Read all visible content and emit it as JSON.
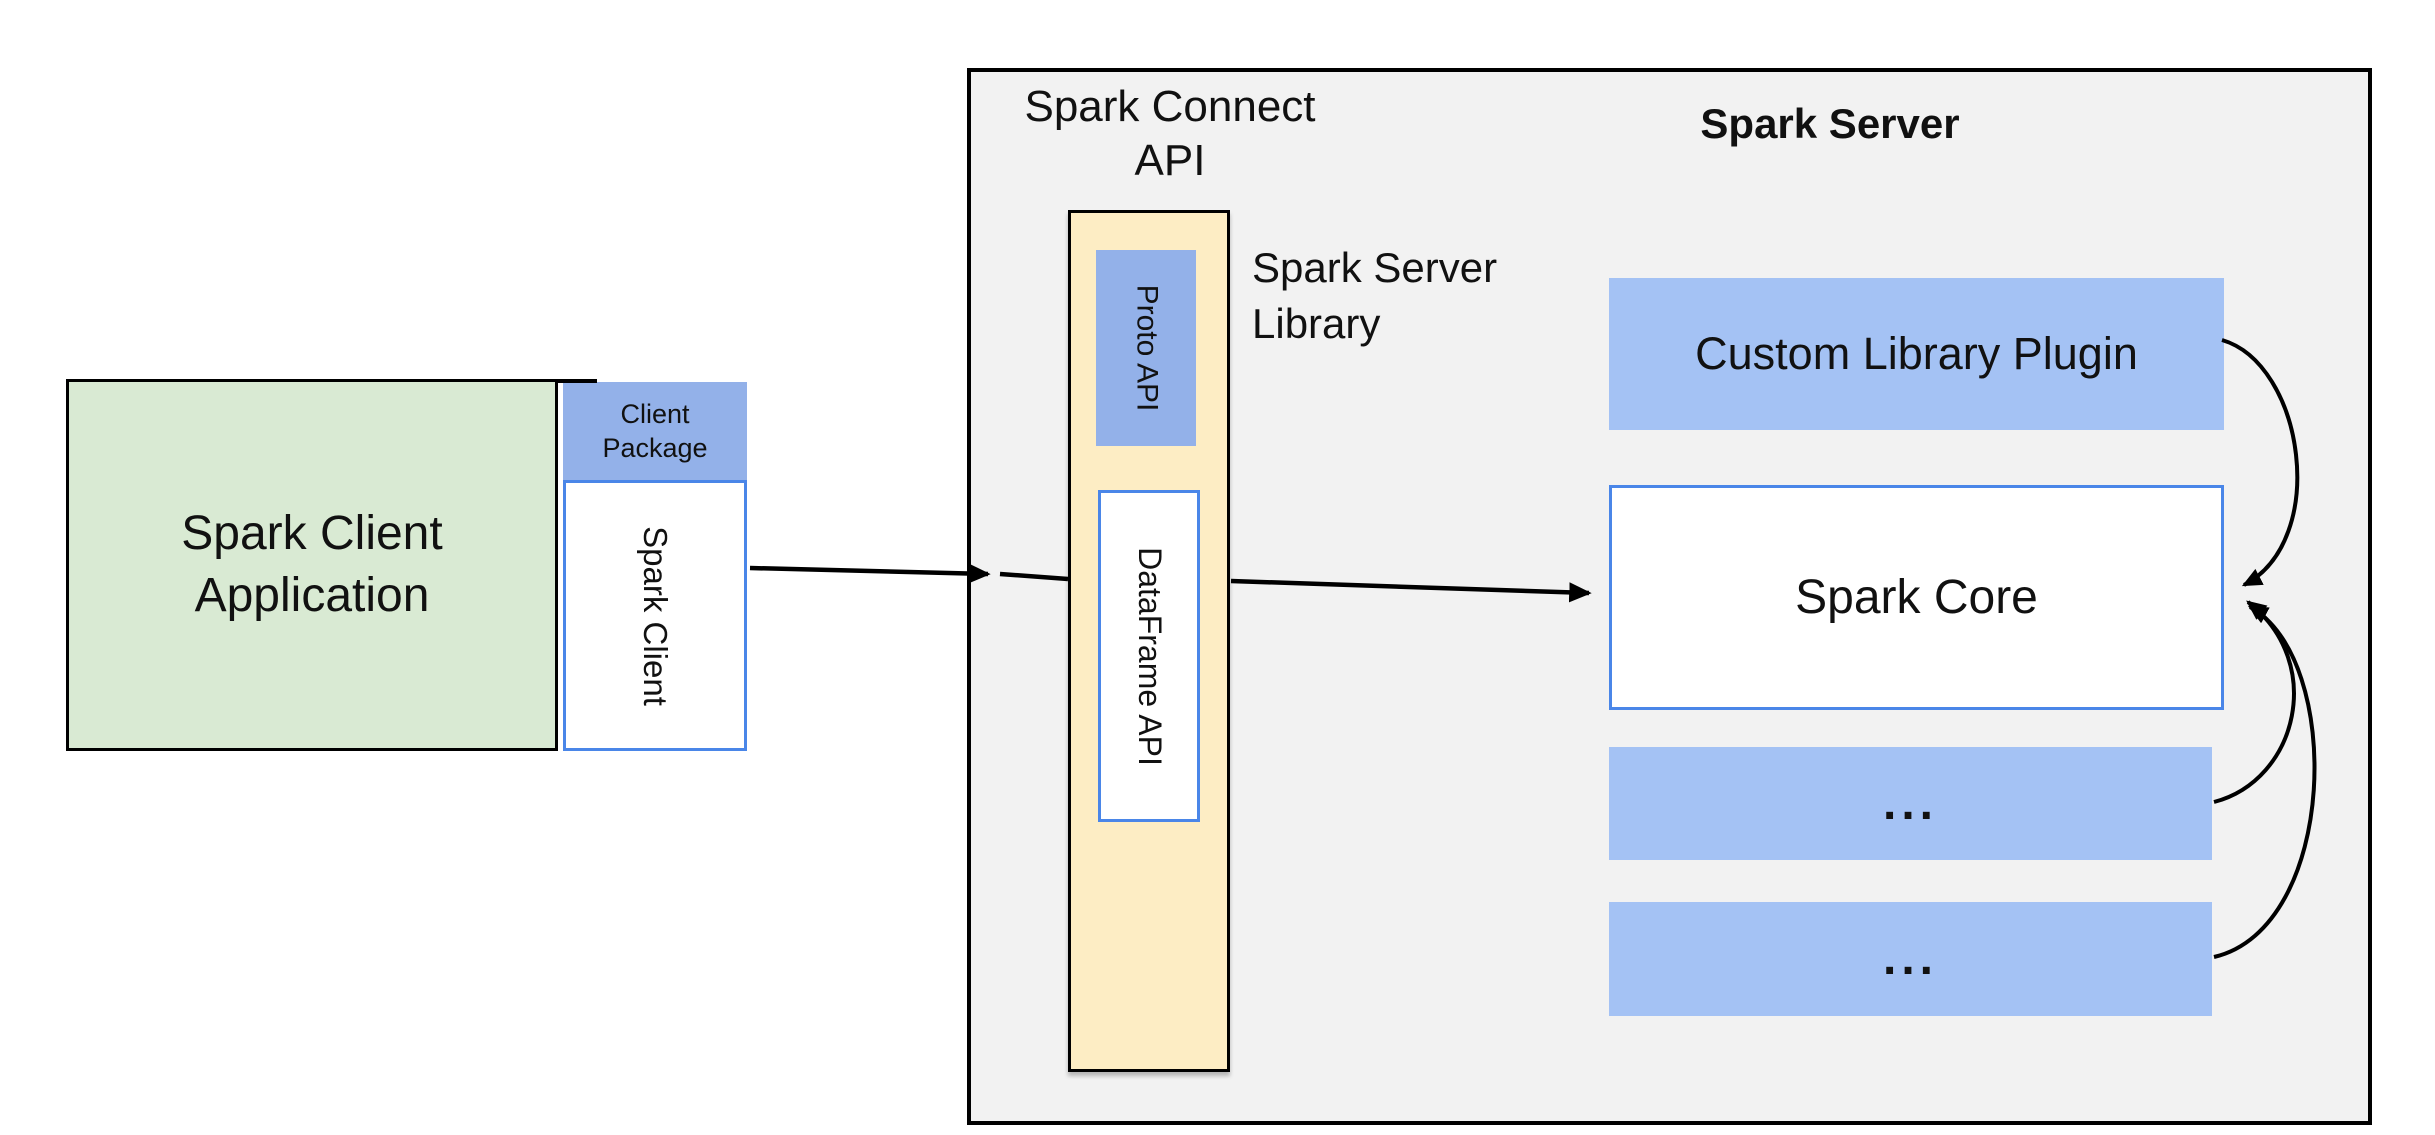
{
  "colors": {
    "page_bg": "#ffffff",
    "panel_fill": "#f2f2f2",
    "panel_border": "#000000",
    "green_fill": "#d9ead3",
    "blue_medium": "#93b1e9",
    "blue_light": "#a4c2f4",
    "blue_border": "#4a86e8",
    "yellow_fill": "#fdedc4",
    "text_color": "#111111",
    "arrow_color": "#000000"
  },
  "client": {
    "app_label": "Spark Client\nApplication",
    "package_label": "Client\nPackage",
    "sdk_label": "Spark Client"
  },
  "connect": {
    "heading": "Spark Connect\nAPI",
    "proto_label": "Proto API",
    "dataframe_label": "DataFrame API",
    "library_label": "Spark Server\nLibrary"
  },
  "server": {
    "title": "Spark Server",
    "plugin_label": "Custom Library Plugin",
    "core_label": "Spark Core",
    "placeholder1_label": "...",
    "placeholder2_label": "..."
  }
}
